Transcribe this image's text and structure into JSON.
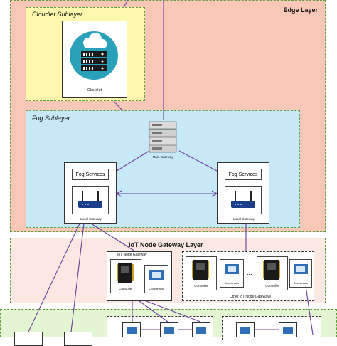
{
  "edge_layer": {
    "title": "Edge Layer"
  },
  "cloudlet_sublayer": {
    "title": "Cloudlet Sublayer",
    "cloudlet_label": "Cloudlet"
  },
  "fog_sublayer": {
    "title": "Fog Sublayer",
    "main_gateway_label": "Main Gateway",
    "left_node": {
      "service_label": "Fog Services",
      "gateway_label": "Local Gateway"
    },
    "right_node": {
      "service_label": "Fog Services",
      "gateway_label": "Local Gateway"
    }
  },
  "iot_gateway_layer": {
    "title": "IoT Node Gateway Layer",
    "gateway_box_title": "IoT Node Gateway",
    "controller_label": "Controller",
    "coordinator_label": "Coordinator",
    "other_box": {
      "title": "Other IoT Node Gateways",
      "controller_label": "Controller",
      "coordinator_label": "Coordinator",
      "controller2_label": "Controller",
      "coordinator2_label": "Coordinator",
      "ellipsis": "..."
    }
  },
  "colors": {
    "edge_bg": "#f9c7b8",
    "cloudlet_bg": "#fdf8ae",
    "fog_bg": "#c7e9f7",
    "iot_gateway_bg": "#fbe8e2",
    "iot_layer_bg": "#e3f5d2",
    "link_color": "#6a3d9a",
    "cloud_teal": "#2aa1b8"
  }
}
